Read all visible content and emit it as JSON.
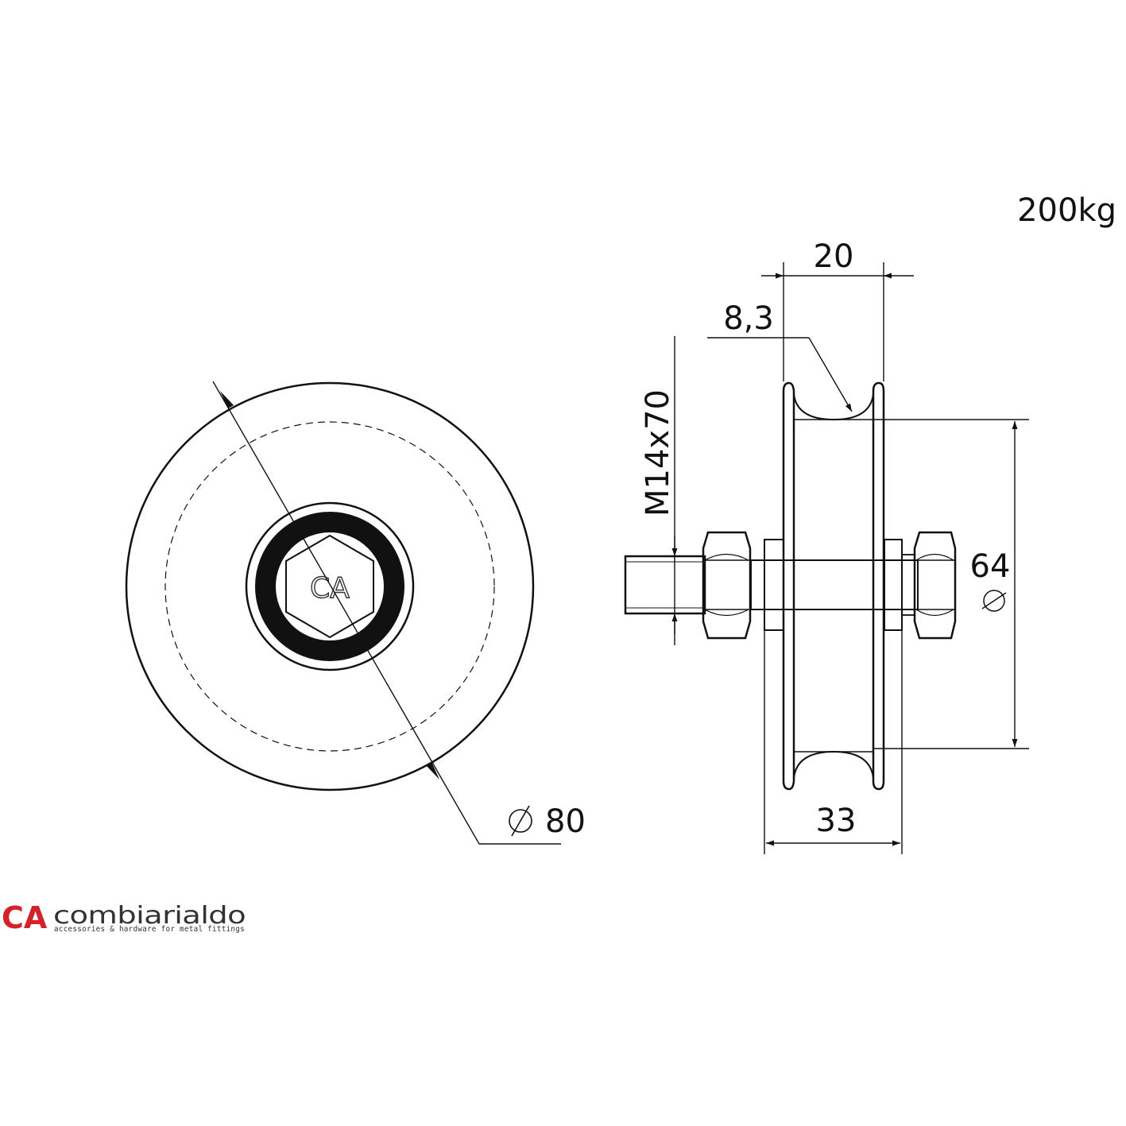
{
  "load_rating": "200kg",
  "dimensions": {
    "groove_width": "20",
    "groove_radius": "8,3",
    "thread": "M14x70",
    "groove_diameter": "64",
    "outer_diameter": "80",
    "total_width": "33"
  },
  "hub_logo": "CA",
  "brand": {
    "mark": "CA",
    "name": "combiarialdo",
    "tagline": "accessories & hardware for metal fittings",
    "color": "#d72027"
  }
}
